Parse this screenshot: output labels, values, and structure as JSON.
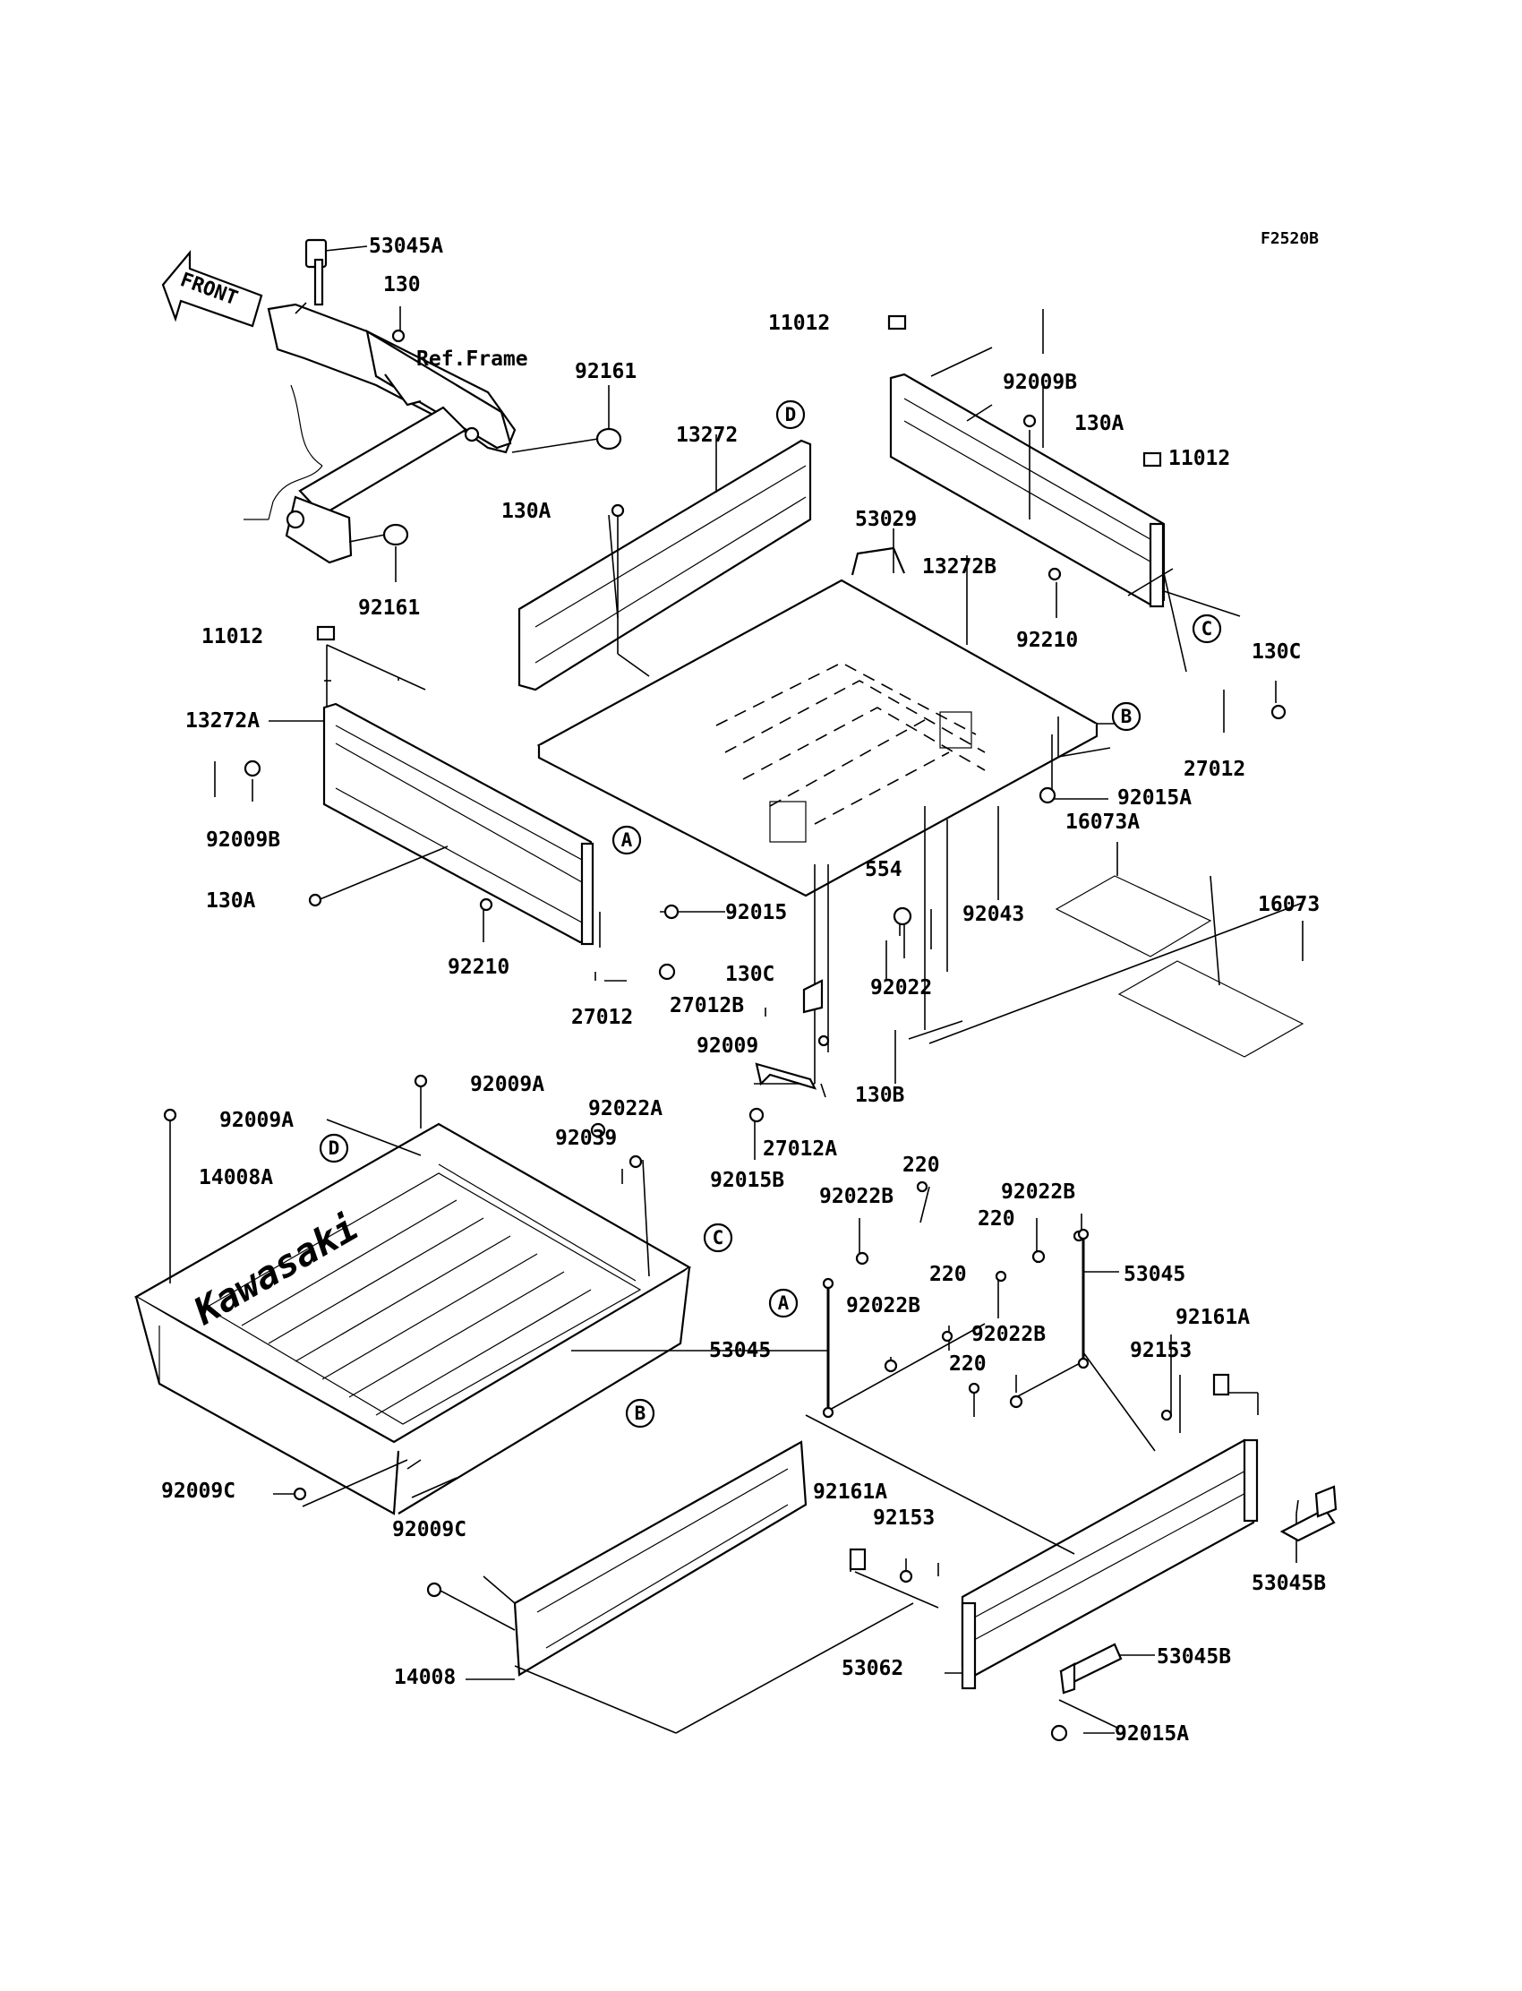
{
  "diagram_code": "F2520B",
  "front_label": "FRONT",
  "ref_frame_label": "Ref.Frame",
  "reference_letters": [
    "A",
    "B",
    "C",
    "D"
  ],
  "part_labels": [
    "53045A",
    "130",
    "92161",
    "92161",
    "11012",
    "92009B",
    "130A",
    "11012",
    "13272",
    "130A",
    "53029",
    "13272B",
    "92210",
    "130C",
    "11012",
    "13272A",
    "92009B",
    "130A",
    "92210",
    "27012",
    "92015",
    "130C",
    "27012B",
    "92009",
    "554",
    "92043",
    "92022",
    "130B",
    "27012A",
    "92015B",
    "92015A",
    "16073A",
    "16073",
    "27012",
    "92009A",
    "92009A",
    "92022A",
    "92039",
    "14008A",
    "92022B",
    "220",
    "92022B",
    "220",
    "220",
    "92022B",
    "92022B",
    "220",
    "53045",
    "53045",
    "92161A",
    "92153",
    "92009C",
    "92009C",
    "92161A",
    "92153",
    "53045B",
    "14008",
    "53062",
    "53045B",
    "92015A"
  ]
}
